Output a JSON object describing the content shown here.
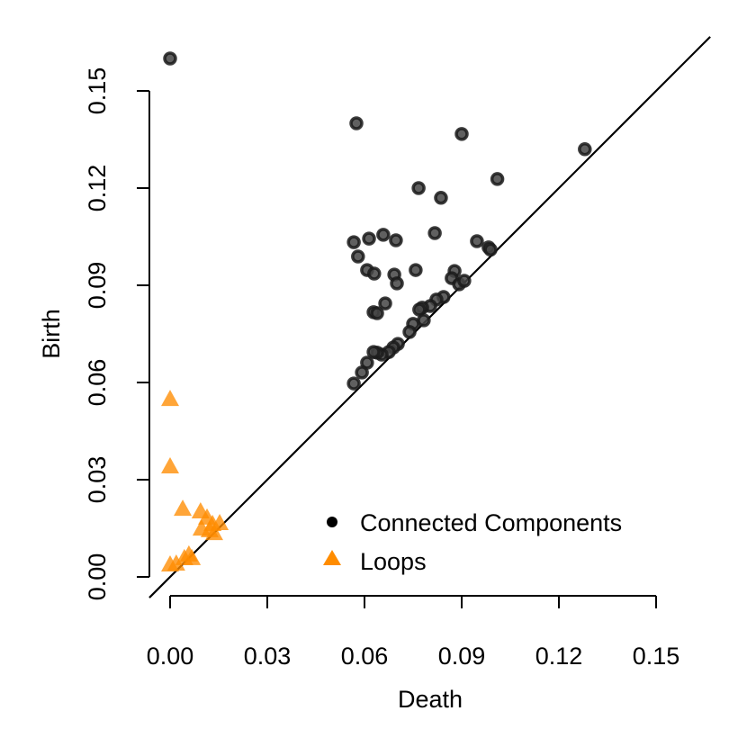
{
  "chart_data": {
    "type": "scatter",
    "xlabel": "Death",
    "ylabel": "Birth",
    "xlim": [
      0,
      0.15
    ],
    "ylim": [
      0,
      0.15
    ],
    "xticks": [
      "0.00",
      "0.03",
      "0.06",
      "0.09",
      "0.12",
      "0.15"
    ],
    "yticks": [
      "0.00",
      "0.03",
      "0.06",
      "0.09",
      "0.12",
      "0.15"
    ],
    "grid": false,
    "diagonal_line": true,
    "legend_position": "bottom-right",
    "series": [
      {
        "name": "Connected Components",
        "marker": "circle",
        "color": "#1a1a1a",
        "points": [
          [
            0,
            0.16
          ],
          [
            0.0575,
            0.14
          ],
          [
            0.09,
            0.1367
          ],
          [
            0.128,
            0.132
          ],
          [
            0.101,
            0.1228
          ],
          [
            0.0767,
            0.12
          ],
          [
            0.0836,
            0.117
          ],
          [
            0.0567,
            0.1033
          ],
          [
            0.0614,
            0.1044
          ],
          [
            0.0658,
            0.1056
          ],
          [
            0.0697,
            0.1039
          ],
          [
            0.0817,
            0.1061
          ],
          [
            0.0947,
            0.1036
          ],
          [
            0.0983,
            0.1017
          ],
          [
            0.0989,
            0.101
          ],
          [
            0.058,
            0.0989
          ],
          [
            0.0608,
            0.0947
          ],
          [
            0.063,
            0.0936
          ],
          [
            0.0758,
            0.0947
          ],
          [
            0.0692,
            0.0933
          ],
          [
            0.07,
            0.0906
          ],
          [
            0.0878,
            0.0944
          ],
          [
            0.0869,
            0.0922
          ],
          [
            0.0892,
            0.0903
          ],
          [
            0.0908,
            0.0914
          ],
          [
            0.0844,
            0.0864
          ],
          [
            0.0822,
            0.0856
          ],
          [
            0.0803,
            0.0836
          ],
          [
            0.0778,
            0.0831
          ],
          [
            0.0769,
            0.0825
          ],
          [
            0.0664,
            0.0844
          ],
          [
            0.0628,
            0.0817
          ],
          [
            0.0639,
            0.0814
          ],
          [
            0.0783,
            0.0792
          ],
          [
            0.075,
            0.0781
          ],
          [
            0.0739,
            0.0756
          ],
          [
            0.0703,
            0.0719
          ],
          [
            0.0689,
            0.0708
          ],
          [
            0.0675,
            0.0694
          ],
          [
            0.0653,
            0.0686
          ],
          [
            0.0639,
            0.0692
          ],
          [
            0.0628,
            0.0694
          ],
          [
            0.0608,
            0.0661
          ],
          [
            0.0592,
            0.0631
          ],
          [
            0.0567,
            0.0597
          ]
        ]
      },
      {
        "name": "Loops",
        "marker": "triangle",
        "color": "#ff8c00",
        "points": [
          [
            0,
            0.0547
          ],
          [
            0,
            0.0339
          ],
          [
            0.0039,
            0.0208
          ],
          [
            0.0094,
            0.02
          ],
          [
            0.0114,
            0.0181
          ],
          [
            0.0131,
            0.0161
          ],
          [
            0.0153,
            0.0164
          ],
          [
            0.0097,
            0.0147
          ],
          [
            0.0122,
            0.0142
          ],
          [
            0.0136,
            0.0133
          ],
          [
            0.0058,
            0.0067
          ],
          [
            0.0044,
            0.0056
          ],
          [
            0.0067,
            0.0056
          ],
          [
            0.0019,
            0.0039
          ],
          [
            0,
            0.0036
          ]
        ]
      }
    ]
  }
}
